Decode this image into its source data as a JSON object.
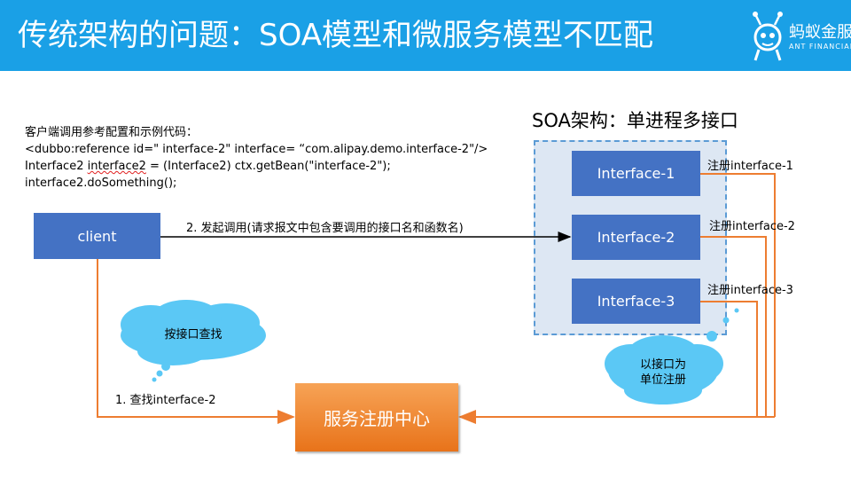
{
  "header": {
    "title": "传统架构的问题：SOA模型和微服务模型不匹配",
    "logo_cn": "蚂蚁金服",
    "logo_en": "ANT FINANCIAL"
  },
  "code": {
    "line1": "客户端调用参考配置和示例代码：",
    "line2": "<dubbo:reference id=\" interface-2\" interface= “com.alipay.demo.interface-2\"/>",
    "line3_prefix": "Interface2 ",
    "line3_squiggle": "interface2",
    "line3_suffix": " = (Interface2) ctx.getBean(\"interface-2\");",
    "line4": "interface2.doSomething();"
  },
  "soa": {
    "title": "SOA架构：单进程多接口",
    "interfaces": [
      "Interface-1",
      "Interface-2",
      "Interface-3"
    ],
    "register_labels": [
      "注册interface-1",
      "注册interface-2",
      "注册interface-3"
    ]
  },
  "client_label": "client",
  "registry_label": "服务注册中心",
  "call_label": "2. 发起调用(请求报文中包含要调用的接口名和函数名)",
  "lookup_label": "1. 查找interface-2",
  "cloud_lookup": "按接口查找",
  "cloud_register_line1": "以接口为",
  "cloud_register_line2": "单位注册",
  "colors": {
    "header": "#1aa0e6",
    "box_blue": "#4472c4",
    "registry_orange": "#ed7d31",
    "line_orange": "#ed7d31",
    "soa_border": "#5b9bd5",
    "soa_fill": "#dde7f3",
    "cloud": "#5bc8f5"
  }
}
